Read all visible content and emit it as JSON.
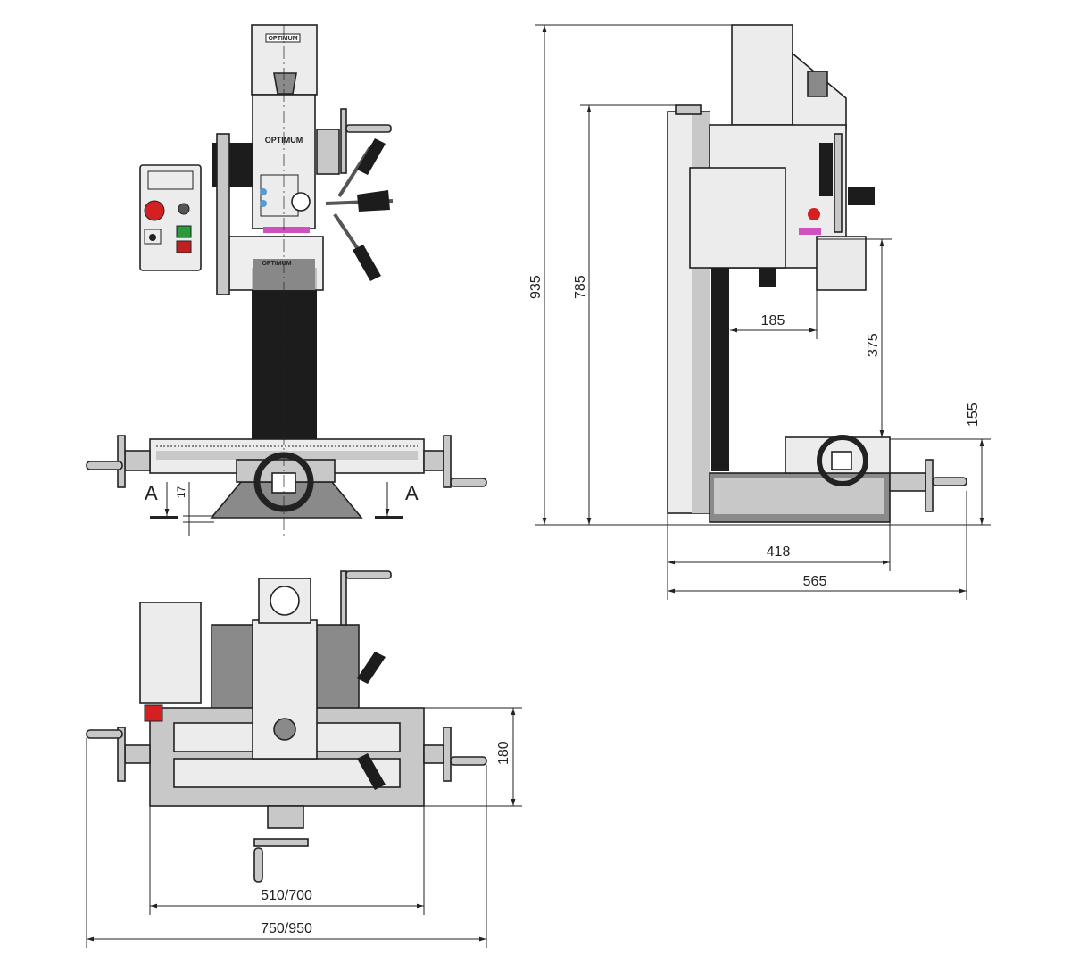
{
  "brand": "OPTIMUM",
  "front_view": {
    "section_label_left": "A",
    "section_label_right": "A",
    "dim_base_offset": "17"
  },
  "side_view": {
    "dim_total_height": "935",
    "dim_column_height": "785",
    "dim_spindle_reach": "185",
    "dim_spindle_to_table": "375",
    "dim_table_height": "155",
    "dim_base_depth": "418",
    "dim_total_depth": "565"
  },
  "top_view": {
    "dim_table_depth": "180",
    "dim_base_width": "510/700",
    "dim_total_width": "750/950"
  },
  "colors": {
    "line": "#222222",
    "light": "#ececec",
    "mid": "#c8c8c8",
    "dark": "#8a8a8a",
    "black": "#1c1c1c",
    "stop_red": "#d42020",
    "start_green": "#2a9a3a",
    "accent_pink": "#d050c0"
  }
}
